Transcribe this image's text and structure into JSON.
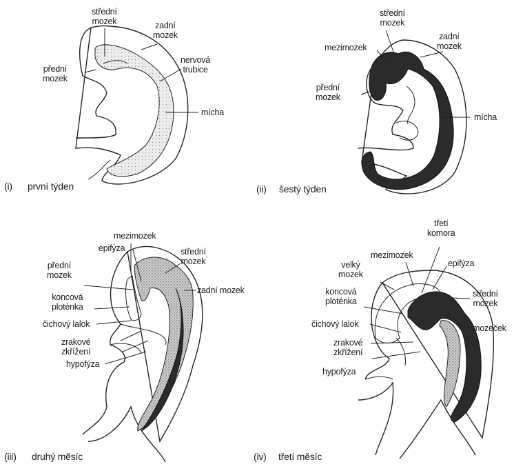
{
  "panels": [
    {
      "caption_num": "(i)",
      "caption": "první týden",
      "labels": {
        "stredni_mozek": "střední\nmozek",
        "zadni_mozek": "zadní\nmozek",
        "predni_mozek": "přední\nmozek",
        "nervova_trubice": "nervová\ntrubice",
        "micha": "mícha"
      }
    },
    {
      "caption_num": "(ii)",
      "caption": "šestý týden",
      "labels": {
        "stredni_mozek": "střední\nmozek",
        "mezimozek": "mezimozek",
        "zadni_mozek": "zadní\nmozek",
        "predni_mozek": "přední\nmozek",
        "micha": "mícha"
      }
    },
    {
      "caption_num": "(iii)",
      "caption": "druhý měsíc",
      "labels": {
        "mezimozek": "mezimozek",
        "epifyza": "epifýza",
        "stredni_mozek": "střední\nmozek",
        "predni_mozek": "přední\nmozek",
        "zadni_mozek": "zadní mozek",
        "koncova_plotenka": "koncová\nploténka",
        "cichovy_lalok": "čichový lalok",
        "zrakove_krizeni": "zrakové\nzkřížení",
        "hypofyza": "hypofýza"
      }
    },
    {
      "caption_num": "(iv)",
      "caption": "třetí měsíc",
      "labels": {
        "treti_komora": "třetí\nkomora",
        "mezimozek": "mezimozek",
        "velky_mozek": "velký\nmozek",
        "epifyza": "epifýza",
        "koncova_plotenka": "koncová\nploténka",
        "stredni_mozek": "střední\nmozek",
        "cichovy_lalok": "čichový lalok",
        "mozecek": "mozeček",
        "zrakove_krizeni": "zrakové\nzkřížení",
        "hypofyza": "hypofýza"
      }
    }
  ]
}
